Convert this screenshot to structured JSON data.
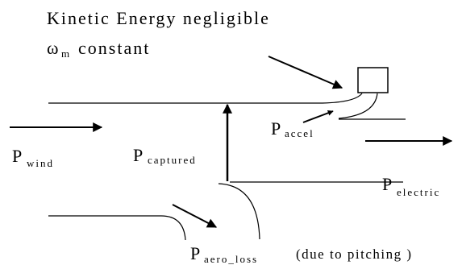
{
  "annotation": {
    "line1": "Kinetic Energy negligible",
    "line2_symbol": "ω",
    "line2_sub": "m",
    "line2_rest": "constant"
  },
  "labels": {
    "p_wind": {
      "main": "P",
      "sub": "wind"
    },
    "p_captured": {
      "main": "P",
      "sub": "captured"
    },
    "p_accel": {
      "main": "P",
      "sub": "accel"
    },
    "p_electric": {
      "main": "P",
      "sub": "electric"
    },
    "p_aero_loss": {
      "main": "P",
      "sub": "aero_loss",
      "note": "(due to pitching )"
    }
  }
}
